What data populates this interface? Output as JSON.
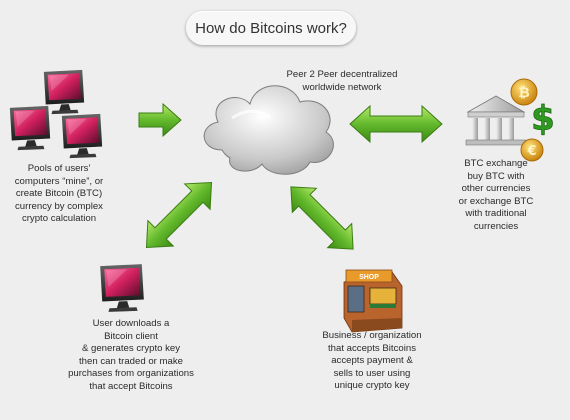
{
  "title": "How do Bitcoins work?",
  "labels": {
    "network": "Peer 2 Peer decentralized\nworldwide network",
    "miners": "Pools of users'\ncomputers “mine”, or\ncreate Bitcoin (BTC)\ncurrency by complex\ncrypto calculation",
    "exchange": "BTC exchange\nbuy BTC with\nother currencies\nor exchange BTC\nwith traditional\ncurrencies",
    "user": "User downloads a\nBitcoin client\n& generates crypto key\nthen can traded or make\npurchases from organizations\nthat accept Bitcoins",
    "business": "Business / organization\nthat accepts Bitcoins\naccepts payment &\nsells to user using\nunique crypto key"
  },
  "shop_sign": "SHOP",
  "currency_symbols": {
    "dollar": "$",
    "euro": "€",
    "bitcoin": "₿"
  },
  "colors": {
    "background": "#efeeee",
    "arrow_green": "#5fb32a",
    "monitor_screen": "#d0205e",
    "coin_gold": "#e7a21a"
  },
  "icons": [
    "computer-icon",
    "cloud-icon",
    "bank-icon",
    "shop-icon",
    "arrow-icon"
  ]
}
